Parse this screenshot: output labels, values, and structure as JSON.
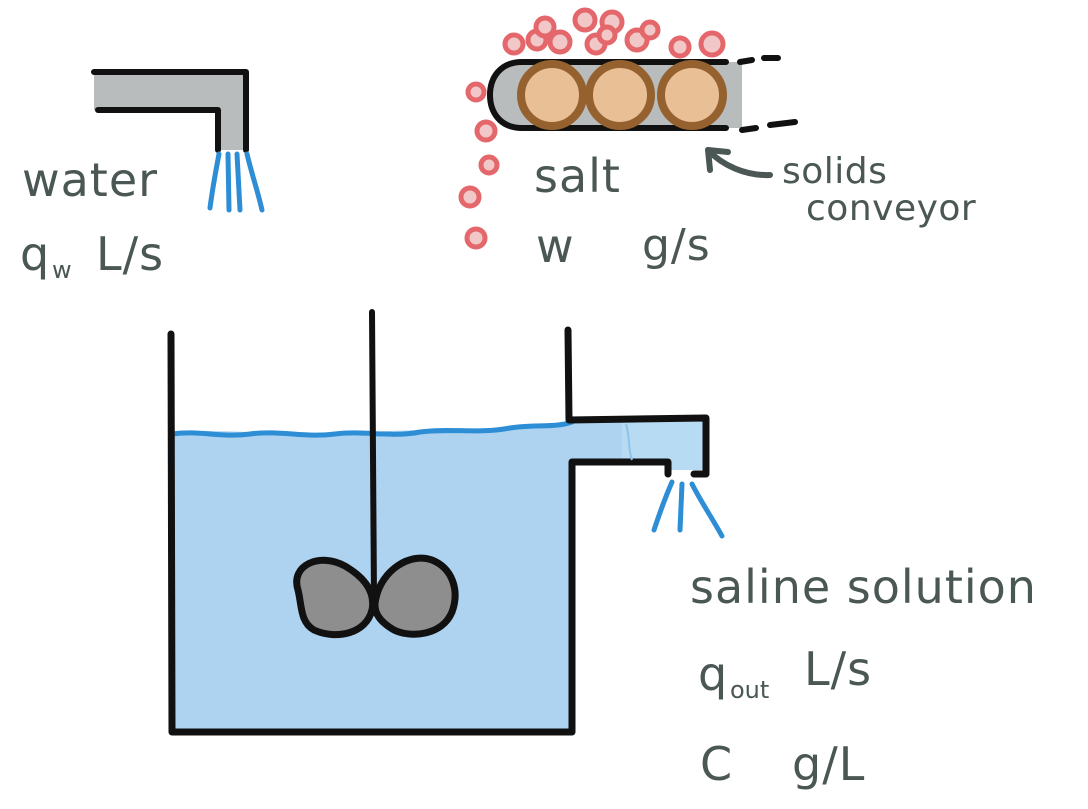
{
  "inputs": {
    "water": {
      "name": "water",
      "flow_symbol": "q",
      "flow_subscript": "w",
      "flow_unit": "L/s"
    },
    "salt": {
      "name": "salt",
      "rate_symbol": "w",
      "rate_unit": "g/s",
      "conveyor_line1": "solids",
      "conveyor_line2": "conveyor"
    }
  },
  "output": {
    "name": "saline solution",
    "flow_symbol": "q",
    "flow_subscript": "out",
    "flow_unit": "L/s",
    "conc_symbol": "C",
    "conc_unit": "g/L"
  },
  "colors": {
    "ink": "#111111",
    "label": "#4a5754",
    "water_fill": "#aed3f0",
    "water_line": "#2d8ed6",
    "stream": "#2d8ed6",
    "pipe_gray": "#b9bcbc",
    "salt_pink": "#e3676b",
    "roller_fill": "#e9bf96",
    "roller_rim": "#95612f",
    "impeller": "#8e8e8e"
  },
  "icons": {
    "water_tap": "faucet-icon",
    "salt_feed": "conveyor-icon",
    "tank": "stirred-tank-icon",
    "mixer": "impeller-icon"
  }
}
